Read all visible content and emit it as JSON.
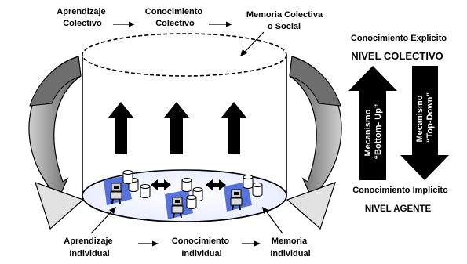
{
  "top": {
    "collective_learning": [
      "Aprendizaje",
      "Colectivo"
    ],
    "collective_knowledge": [
      "Conocimiento",
      "Colectivo"
    ],
    "collective_memory": [
      "Memoria Colectiva",
      "o Social"
    ]
  },
  "bottom": {
    "individual_learning": [
      "Aprendizaje",
      "Individual"
    ],
    "individual_knowledge": [
      "Conocimiento",
      "Individual"
    ],
    "individual_memory": [
      "Memoria",
      "Individual"
    ]
  },
  "right": {
    "explicit_knowledge": "Conocimiento Explicito",
    "collective_level": "NIVEL COLECTIVO",
    "implicit_knowledge": "Conocimiento Implicito",
    "agent_level": "NIVEL AGENTE",
    "bottom_up": [
      "Mecanismo",
      "“Bottom- Up”"
    ],
    "top_down": [
      "Mecanismo",
      "“Top-Down”"
    ]
  },
  "icons": {
    "agent": "robot-agent-icon",
    "database": "database-cylinder-icon",
    "exchange": "double-arrow-icon"
  },
  "colors": {
    "arrow_black": "#000000",
    "side_arrow_gray": "#7f7f7f",
    "agent_blue": "#3a5bd6"
  }
}
